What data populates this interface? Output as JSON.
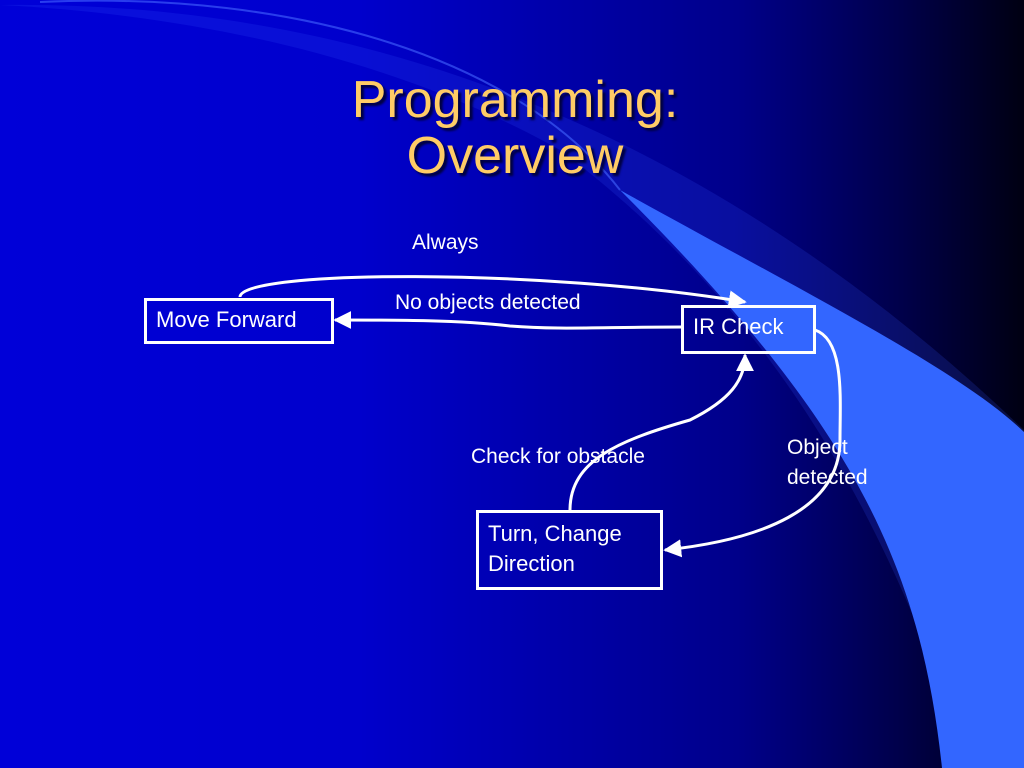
{
  "slide": {
    "title_line1": "Programming:",
    "title_line2": "Overview"
  },
  "nodes": {
    "move_forward": "Move Forward",
    "ir_check": "IR Check",
    "turn_line1": "Turn, Change",
    "turn_line2": "Direction"
  },
  "edges": {
    "always": "Always",
    "no_objects": "No objects detected",
    "check_obstacle": "Check for obstacle",
    "object_line1": "Object",
    "object_line2": "detected"
  },
  "colors": {
    "title": "#ffcc66",
    "accent_shape": "#3355ff",
    "lines": "#ffffff"
  }
}
